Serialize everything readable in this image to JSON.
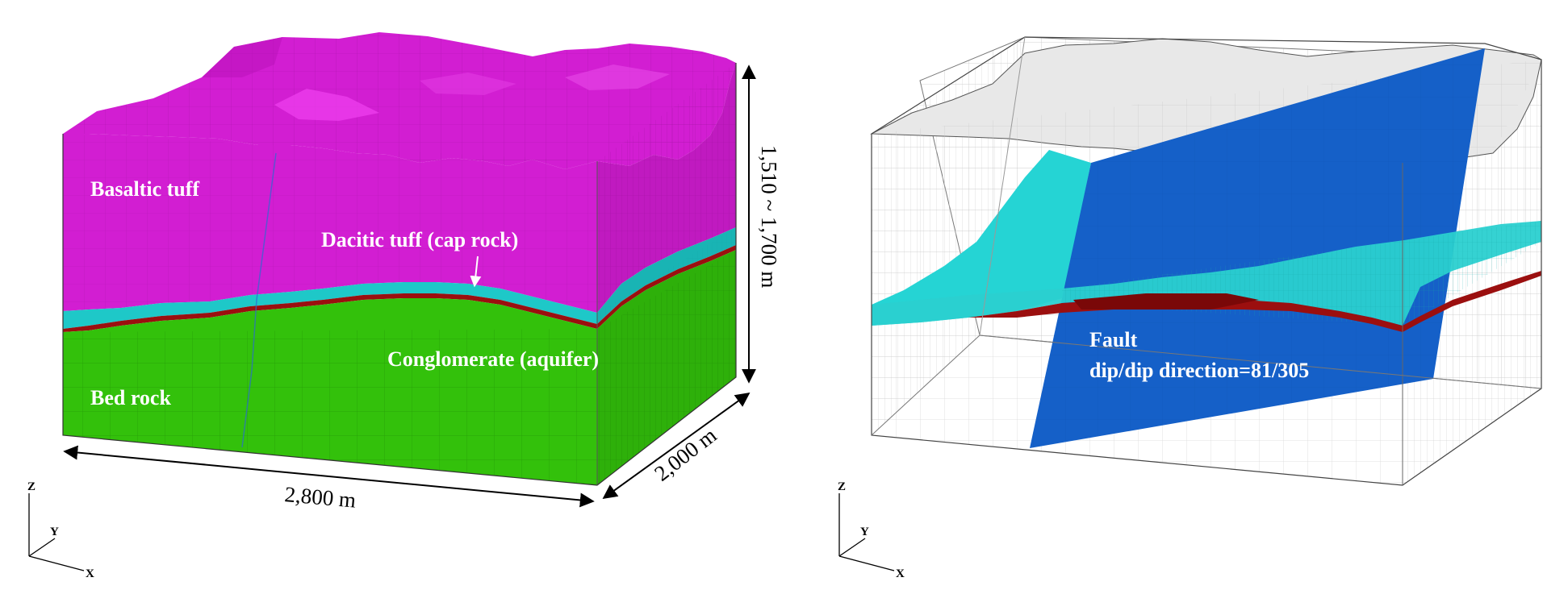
{
  "left_panel": {
    "layers": {
      "basaltic_tuff": "Basaltic tuff",
      "dacitic_tuff": "Dacitic tuff (cap rock)",
      "conglomerate": "Conglomerate (aquifer)",
      "bed_rock": "Bed rock"
    },
    "dimensions": {
      "length": "2,800 m",
      "width": "2,000 m",
      "height": "1,510 ~ 1,700 m"
    },
    "axes": {
      "z": "Z",
      "y": "Y",
      "x": "X"
    }
  },
  "right_panel": {
    "fault_title": "Fault",
    "fault_orientation": "dip/dip direction=81/305",
    "axes": {
      "z": "Z",
      "y": "Y",
      "x": "X"
    }
  },
  "colors": {
    "basaltic_tuff": "#d21ed2",
    "basaltic_tuff_top": "#e040e0",
    "dacitic_tuff": "#1ec8c8",
    "conglomerate": "#33c10b",
    "aquifer_thin": "#9b0f0f",
    "fault": "#1560c8",
    "fault_light": "#25d4d4"
  }
}
